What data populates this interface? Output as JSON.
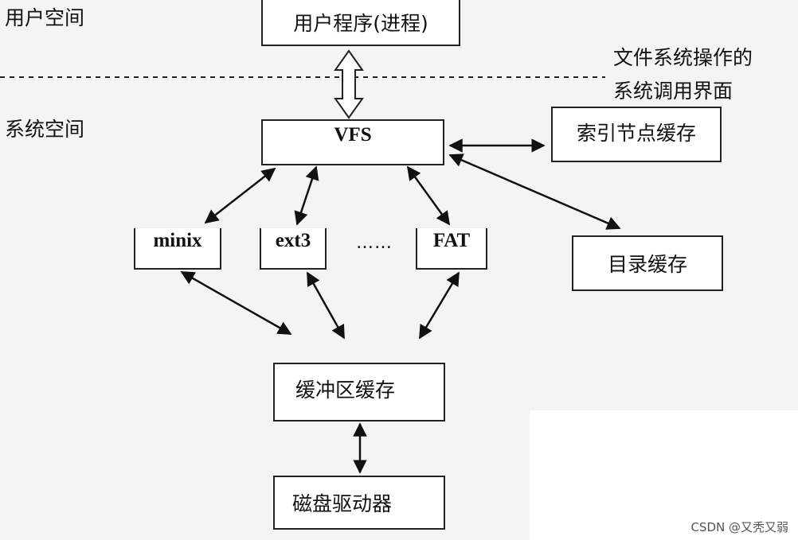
{
  "labels": {
    "user_space": "用户空间",
    "system_space": "系统空间",
    "syscall_line1": "文件系统操作的",
    "syscall_line2": "系统调用界面"
  },
  "nodes": {
    "user_program": "用户程序(进程)",
    "vfs": "VFS",
    "inode_cache": "索引节点缓存",
    "dir_cache": "目录缓存",
    "minix": "minix",
    "ext3": "ext3",
    "ellipsis": "……",
    "fat": "FAT",
    "buffer_cache": "缓冲区缓存",
    "disk_driver": "磁盘驱动器"
  },
  "watermark": "CSDN @又秃又弱"
}
